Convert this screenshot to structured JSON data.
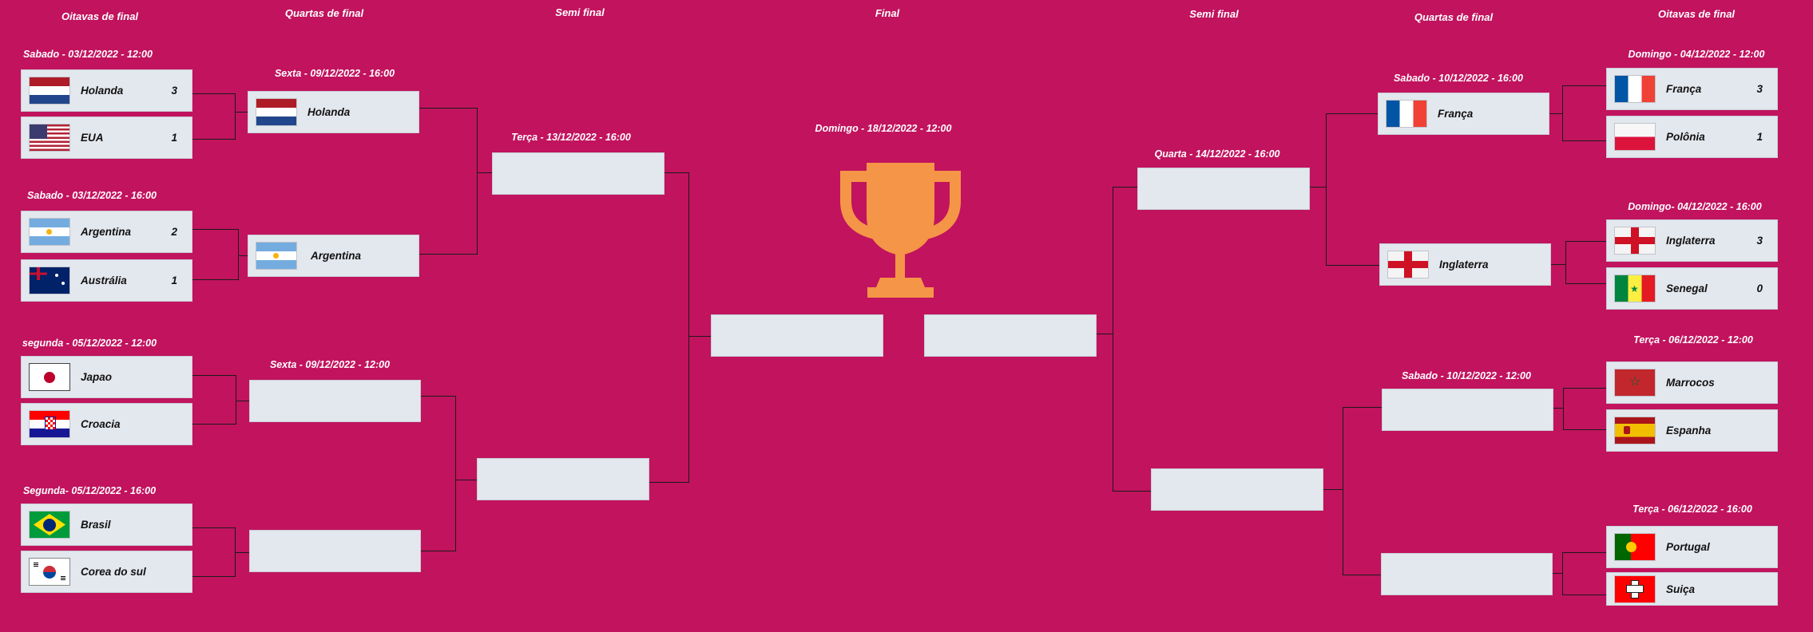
{
  "headers": {
    "oitavas_left": "Oitavas de final",
    "quartas_left": "Quartas de final",
    "semi_left": "Semi final",
    "final": "Final",
    "semi_right": "Semi final",
    "quartas_right": "Quartas de final",
    "oitavas_right": "Oitavas de final"
  },
  "dates": {
    "r16_l1": "Sabado - 03/12/2022 - 12:00",
    "r16_l2": "Sabado - 03/12/2022 - 16:00",
    "r16_l3": "segunda - 05/12/2022 - 12:00",
    "r16_l4": "Segunda- 05/12/2022 - 16:00",
    "qf_l1": "Sexta - 09/12/2022 - 16:00",
    "qf_l2": "Sexta - 09/12/2022 - 12:00",
    "sf_l": "Terça - 13/12/2022 - 16:00",
    "final": "Domingo - 18/12/2022 - 12:00",
    "sf_r": "Quarta - 14/12/2022 - 16:00",
    "qf_r1": "Sabado - 10/12/2022 - 16:00",
    "qf_r2": "Sabado - 10/12/2022 - 12:00",
    "r16_r1": "Domingo - 04/12/2022 - 12:00",
    "r16_r2": "Domingo- 04/12/2022 - 16:00",
    "r16_r3": "Terça - 06/12/2022 - 12:00",
    "r16_r4": "Terça - 06/12/2022 - 16:00"
  },
  "r16_left": [
    {
      "team": "Holanda",
      "score": "3",
      "flag": "netherlands-flag"
    },
    {
      "team": "EUA",
      "score": "1",
      "flag": "usa-flag"
    },
    {
      "team": "Argentina",
      "score": "2",
      "flag": "argentina-flag"
    },
    {
      "team": "Austrália",
      "score": "1",
      "flag": "australia-flag"
    },
    {
      "team": "Japao",
      "score": "",
      "flag": "japan-flag"
    },
    {
      "team": "Croacia",
      "score": "",
      "flag": "croatia-flag"
    },
    {
      "team": "Brasil",
      "score": "",
      "flag": "brazil-flag"
    },
    {
      "team": "Corea do sul",
      "score": "",
      "flag": "south-korea-flag"
    }
  ],
  "qf_left": [
    {
      "team": "Holanda",
      "flag": "netherlands-flag"
    },
    {
      "team": "Argentina",
      "flag": "argentina-flag"
    },
    {
      "team": "",
      "flag": ""
    },
    {
      "team": "",
      "flag": ""
    }
  ],
  "r16_right": [
    {
      "team": "França",
      "score": "3",
      "flag": "france-flag"
    },
    {
      "team": "Polônia",
      "score": "1",
      "flag": "poland-flag"
    },
    {
      "team": "Inglaterra",
      "score": "3",
      "flag": "england-flag"
    },
    {
      "team": "Senegal",
      "score": "0",
      "flag": "senegal-flag"
    },
    {
      "team": "Marrocos",
      "score": "",
      "flag": "morocco-flag"
    },
    {
      "team": "Espanha",
      "score": "",
      "flag": "spain-flag"
    },
    {
      "team": "Portugal",
      "score": "",
      "flag": "portugal-flag"
    },
    {
      "team": "Suiça",
      "score": "",
      "flag": "switzerland-flag"
    }
  ],
  "qf_right": [
    {
      "team": "França",
      "flag": "france-flag"
    },
    {
      "team": "Inglaterra",
      "flag": "england-flag"
    },
    {
      "team": "",
      "flag": ""
    },
    {
      "team": "",
      "flag": ""
    }
  ],
  "trophy": {
    "icon": "trophy-icon",
    "color": "#f59547"
  },
  "colors": {
    "background": "#c1135e",
    "cell": "#e3e7ee",
    "header_text": "#ffffff",
    "lines": "#1a1a1a"
  }
}
